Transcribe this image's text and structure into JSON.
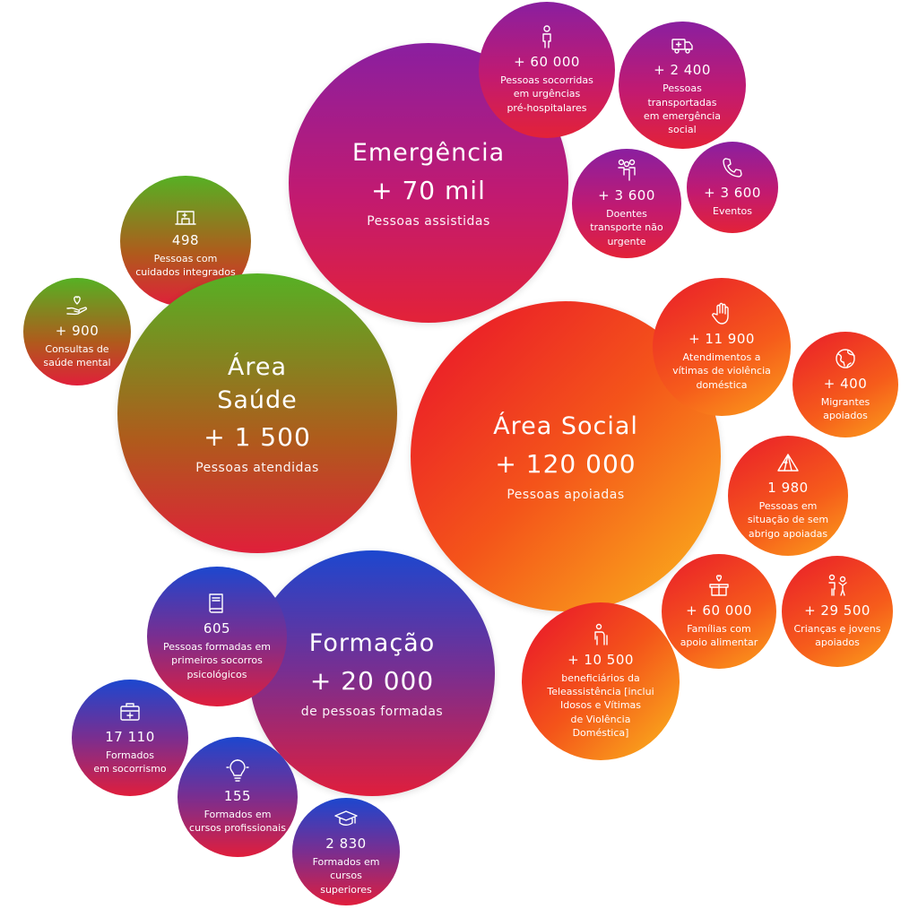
{
  "bubbles": {
    "emergencia": {
      "title": "Emergência",
      "value": "+ 70 mil",
      "desc": "Pessoas assistidas"
    },
    "socorridas": {
      "icon": "person-icon",
      "value": "+ 60 000",
      "desc": "Pessoas socorridas\nem urgências\npré-hospitalares"
    },
    "transportadas": {
      "icon": "ambulance-icon",
      "value": "+ 2 400",
      "desc": "Pessoas\ntransportadas\nem emergência\nsocial"
    },
    "doentes": {
      "icon": "people-group-icon",
      "value": "+ 3 600",
      "desc": "Doentes\ntransporte não\nurgente"
    },
    "eventos": {
      "icon": "phone-icon",
      "value": "+ 3 600",
      "desc": "Eventos"
    },
    "cuidados": {
      "icon": "building-icon",
      "value": "498",
      "desc": "Pessoas com\ncuidados integrados"
    },
    "saude_mental": {
      "icon": "heart-hand-icon",
      "value": "+ 900",
      "desc": "Consultas de\nsaúde mental"
    },
    "saude": {
      "title": "Área\nSaúde",
      "value": "+ 1 500",
      "desc": "Pessoas atendidas"
    },
    "social": {
      "title": "Área Social",
      "value": "+ 120 000",
      "desc": "Pessoas apoiadas"
    },
    "violencia": {
      "icon": "hand-icon",
      "value": "+ 11 900",
      "desc": "Atendimentos a\nvítimas de violência\ndoméstica"
    },
    "migrantes": {
      "icon": "globe-icon",
      "value": "+ 400",
      "desc": "Migrantes\napoiados"
    },
    "sem_abrigo": {
      "icon": "tent-icon",
      "value": "1 980",
      "desc": "Pessoas em\nsituação de sem\nabrigo apoiadas"
    },
    "familias": {
      "icon": "box-heart-icon",
      "value": "+ 60 000",
      "desc": "Famílias com\napoio alimentar"
    },
    "criancas": {
      "icon": "children-icon",
      "value": "+ 29 500",
      "desc": "Crianças e jovens\napoiados"
    },
    "teleassistencia": {
      "icon": "elderly-icon",
      "value": "+ 10 500",
      "desc": "beneficiários da\nTeleassistência [inclui\nIdosos e Vítimas\nde Violência\nDoméstica]"
    },
    "formacao": {
      "title": "Formação",
      "value": "+ 20 000",
      "desc": "de pessoas formadas"
    },
    "psicologicos": {
      "icon": "book-icon",
      "value": "605",
      "desc": "Pessoas formadas em\nprimeiros socorros\npsicológicos"
    },
    "socorrismo": {
      "icon": "first-aid-kit-icon",
      "value": "17 110",
      "desc": "Formados\nem socorrismo"
    },
    "profissionais": {
      "icon": "lightbulb-icon",
      "value": "155",
      "desc": "Formados em\ncursos profissionais"
    },
    "superiores": {
      "icon": "graduation-cap-icon",
      "value": "2 830",
      "desc": "Formados em\ncursos superiores"
    }
  },
  "colors": {
    "emergencia": "#b01a86",
    "saude": "#56b124",
    "social": "#f4541a",
    "formacao": "#1c47cf",
    "accent_red": "#e32238"
  }
}
